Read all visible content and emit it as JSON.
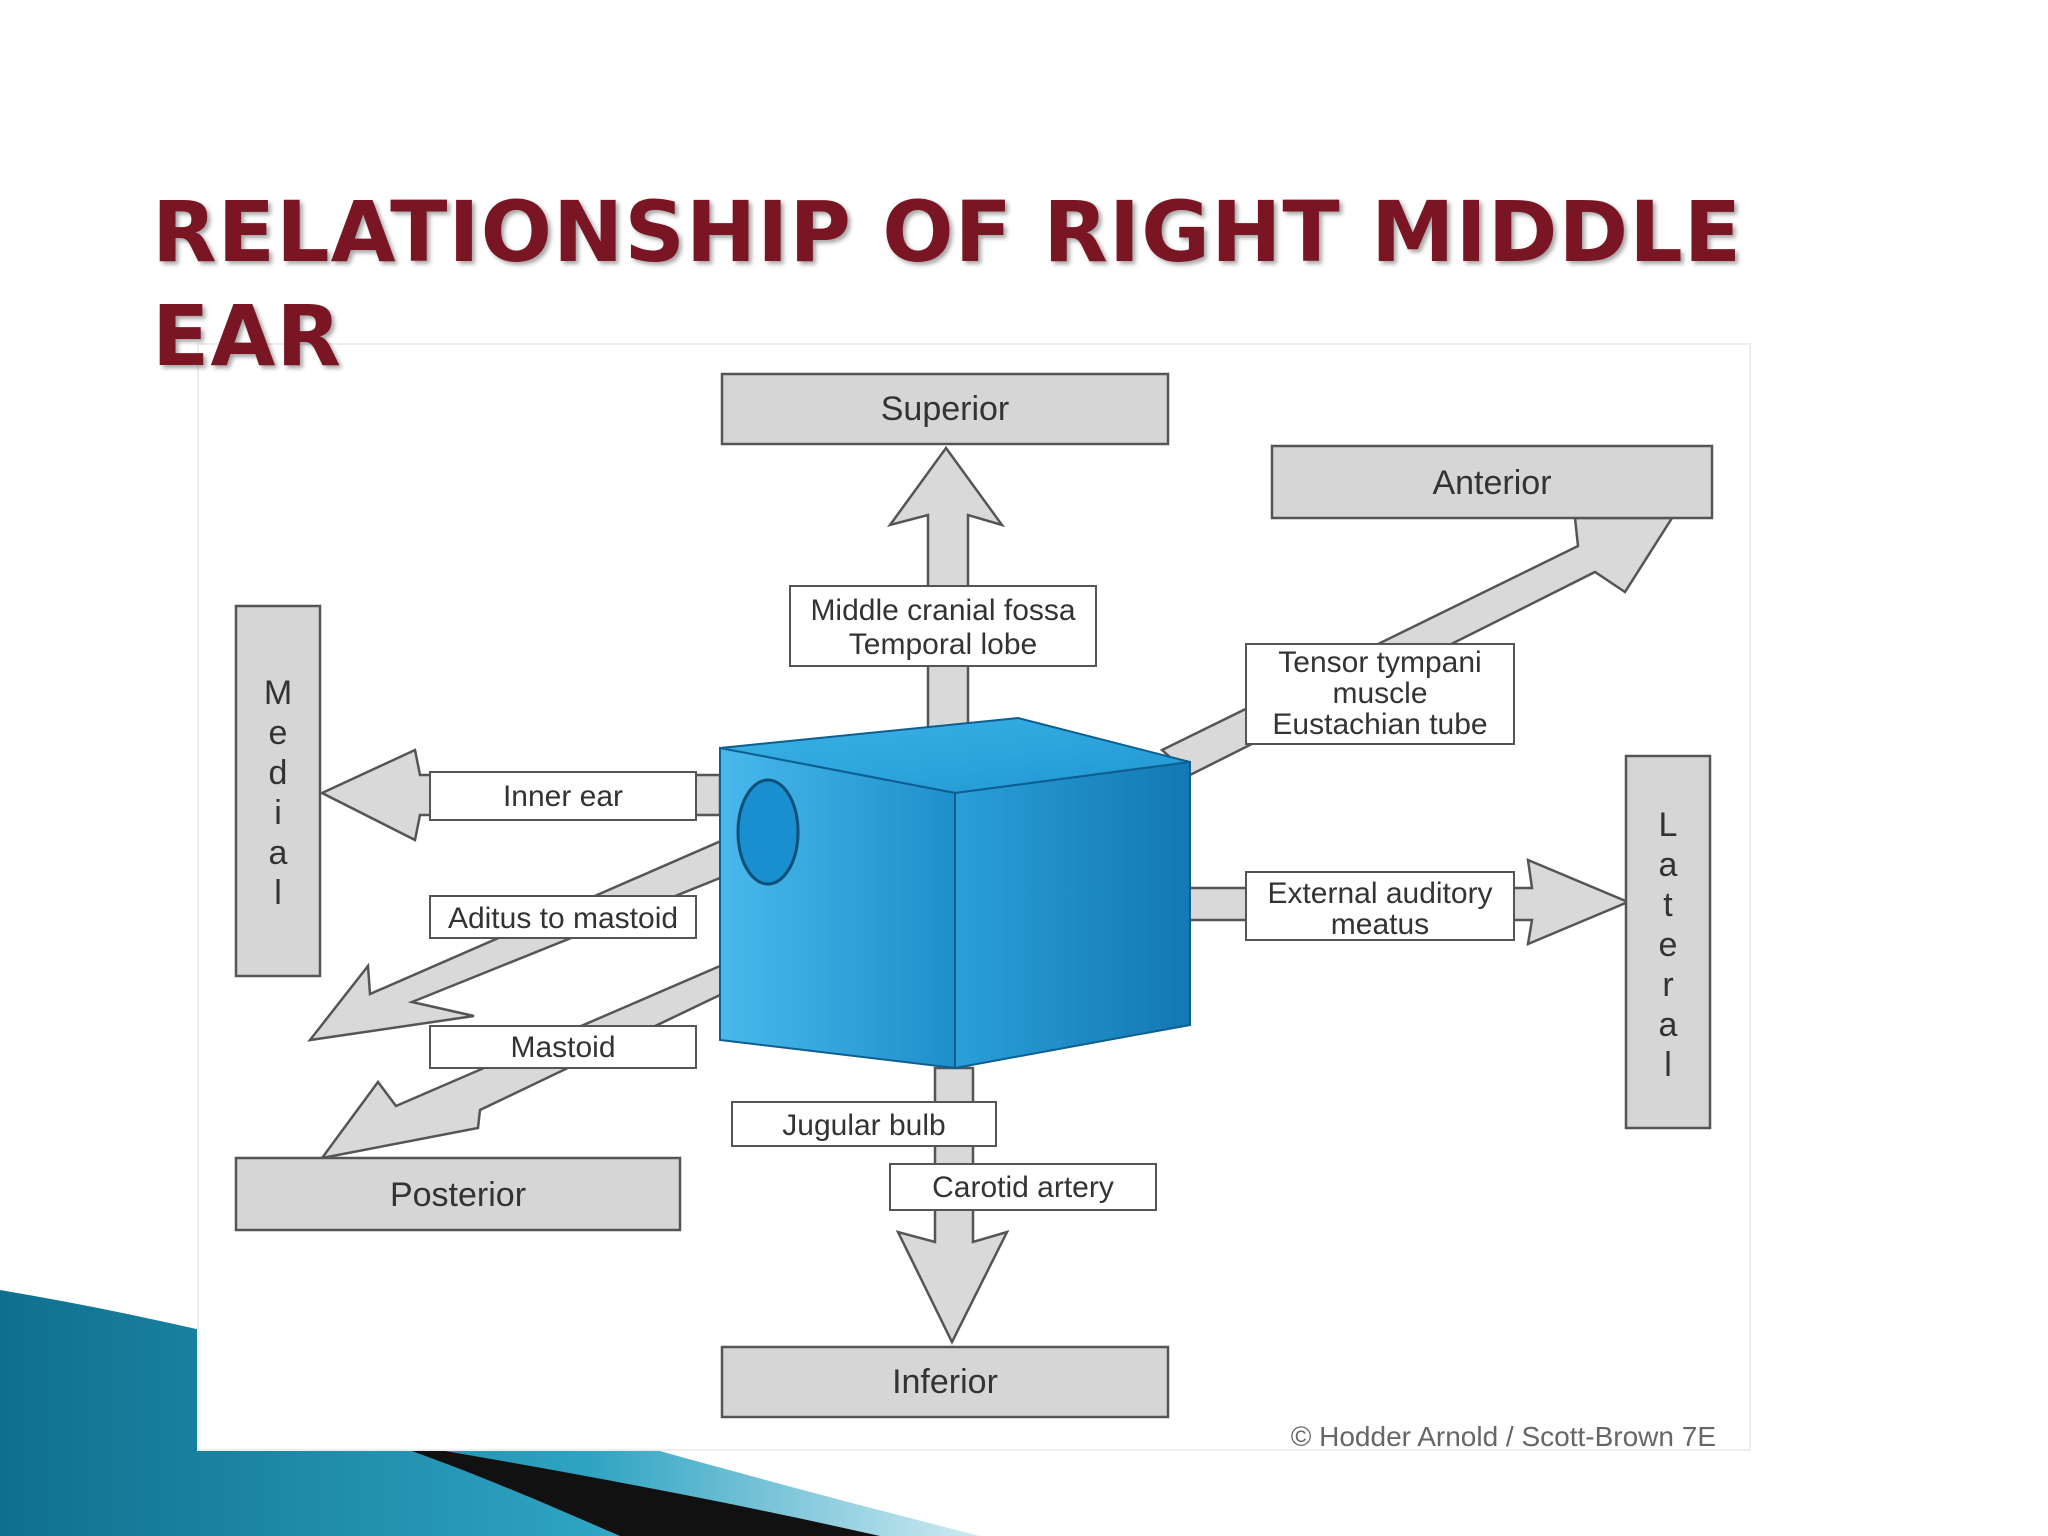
{
  "title": {
    "line1": "RELATIONSHIP OF RIGHT MIDDLE",
    "line2": "EAR"
  },
  "directions": {
    "superior": "Superior",
    "inferior": "Inferior",
    "anterior": "Anterior",
    "posterior": "Posterior",
    "medial": "Medial",
    "lateral": "Lateral"
  },
  "relations": {
    "superior_line1": "Middle cranial fossa",
    "superior_line2": "Temporal lobe",
    "anterior_line1": "Tensor tympani",
    "anterior_line2": "muscle",
    "anterior_line3": "Eustachian tube",
    "medial": "Inner ear",
    "aditus": "Aditus to mastoid",
    "mastoid": "Mastoid",
    "lateral_line1": "External auditory",
    "lateral_line2": "meatus",
    "inferior_1": "Jugular bulb",
    "inferior_2": "Carotid artery"
  },
  "credit": "© Hodder Arnold / Scott-Brown 7E",
  "colors": {
    "title": "#7a1624",
    "cube_front": "#1f9fd8",
    "cube_top": "#2aa9e0",
    "cube_side": "#1583bd",
    "arrow_fill": "#d9d9d9",
    "arrow_stroke": "#555555",
    "box_fill": "#d6d6d6"
  }
}
